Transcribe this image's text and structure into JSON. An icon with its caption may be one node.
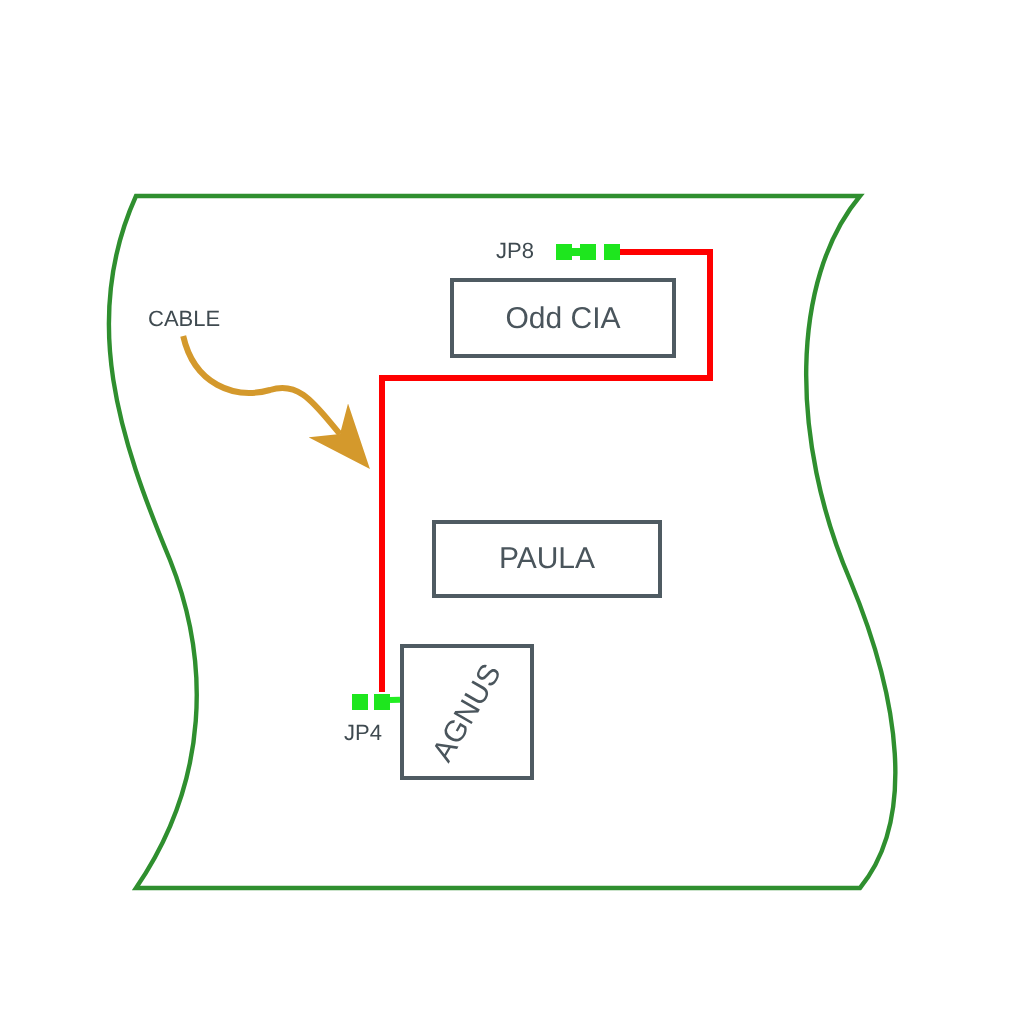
{
  "diagram": {
    "nodes": [
      {
        "text": [
          "JP8"
        ]
      },
      {
        "text": [
          "CABLE"
        ]
      },
      {
        "text": [
          "Odd CIA"
        ]
      },
      {
        "text": [
          "PAULA"
        ]
      },
      {
        "text": [
          "AGNUS"
        ]
      },
      {
        "text": [
          "JP4"
        ]
      }
    ],
    "edges": [
      {
        "from": 0,
        "to": 5,
        "arrow": "none",
        "color": "#ff0000"
      },
      {
        "from": 1,
        "to": null,
        "arrow": "to",
        "color": "#d4992c"
      },
      {
        "from": 5,
        "to": 4,
        "arrow": "none",
        "color": "#22ee22"
      }
    ]
  }
}
